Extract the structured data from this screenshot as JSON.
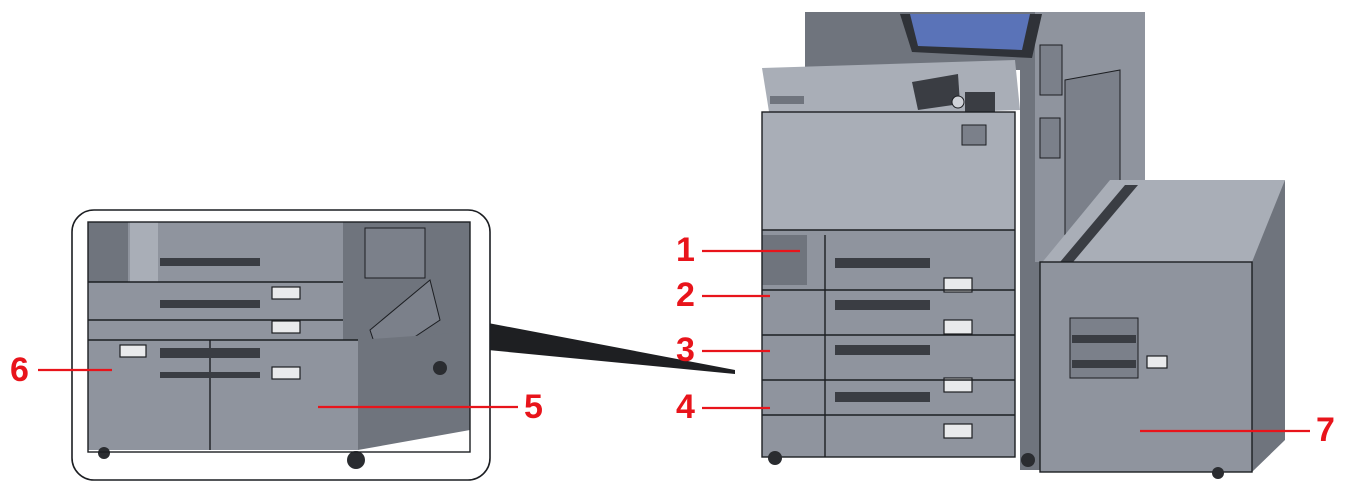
{
  "diagram": {
    "callouts": [
      {
        "id": "1",
        "label": "1"
      },
      {
        "id": "2",
        "label": "2"
      },
      {
        "id": "3",
        "label": "3"
      },
      {
        "id": "4",
        "label": "4"
      },
      {
        "id": "5",
        "label": "5"
      },
      {
        "id": "6",
        "label": "6"
      },
      {
        "id": "7",
        "label": "7"
      }
    ],
    "colors": {
      "callout": "#e8141b",
      "device_body": "#8f949e",
      "device_shadow": "#6f747d",
      "outline": "#1c1e22",
      "screen": "#5a73b8"
    }
  }
}
